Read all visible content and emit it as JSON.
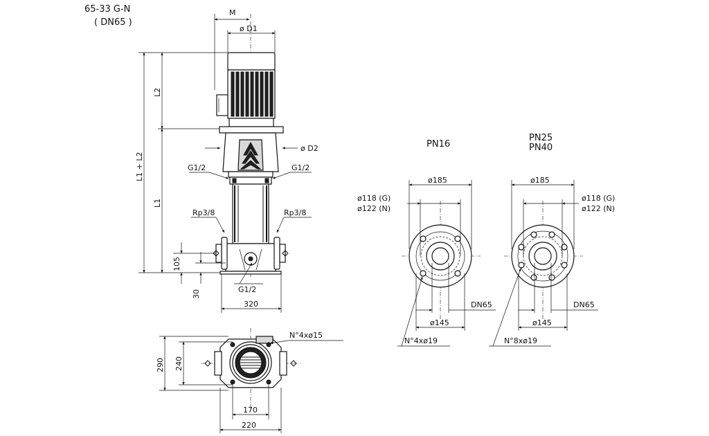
{
  "header": {
    "model": "65-33  G-N",
    "size": "(  DN65  )"
  },
  "front": {
    "m": "M",
    "d1": "ø D1",
    "d2": "ø D2",
    "l2": "L2",
    "l1l2": "L1 + L2",
    "l1": "L1",
    "g12_left": "G1/2",
    "g12_right": "G1/2",
    "rp_left": "Rp3/8",
    "rp_right": "Rp3/8",
    "h105": "105",
    "h30": "30",
    "g12_bottom": "G1/2",
    "w320": "320"
  },
  "plan": {
    "holes": "N°4xø15",
    "h290": "290",
    "h240": "240",
    "w170": "170",
    "w220": "220"
  },
  "flange_pn16": {
    "title": "PN16",
    "od": "ø185",
    "d118": "ø118 (G)",
    "d122": "ø122 (N)",
    "dn": "DN65",
    "pcd": "ø145",
    "holes": "N°4xø19"
  },
  "flange_pn25": {
    "title1": "PN25",
    "title2": "PN40",
    "od": "ø185",
    "d118": "ø118 (G)",
    "d122": "ø122 (N)",
    "dn": "DN65",
    "pcd": "ø145",
    "holes": "N°8xø19"
  }
}
